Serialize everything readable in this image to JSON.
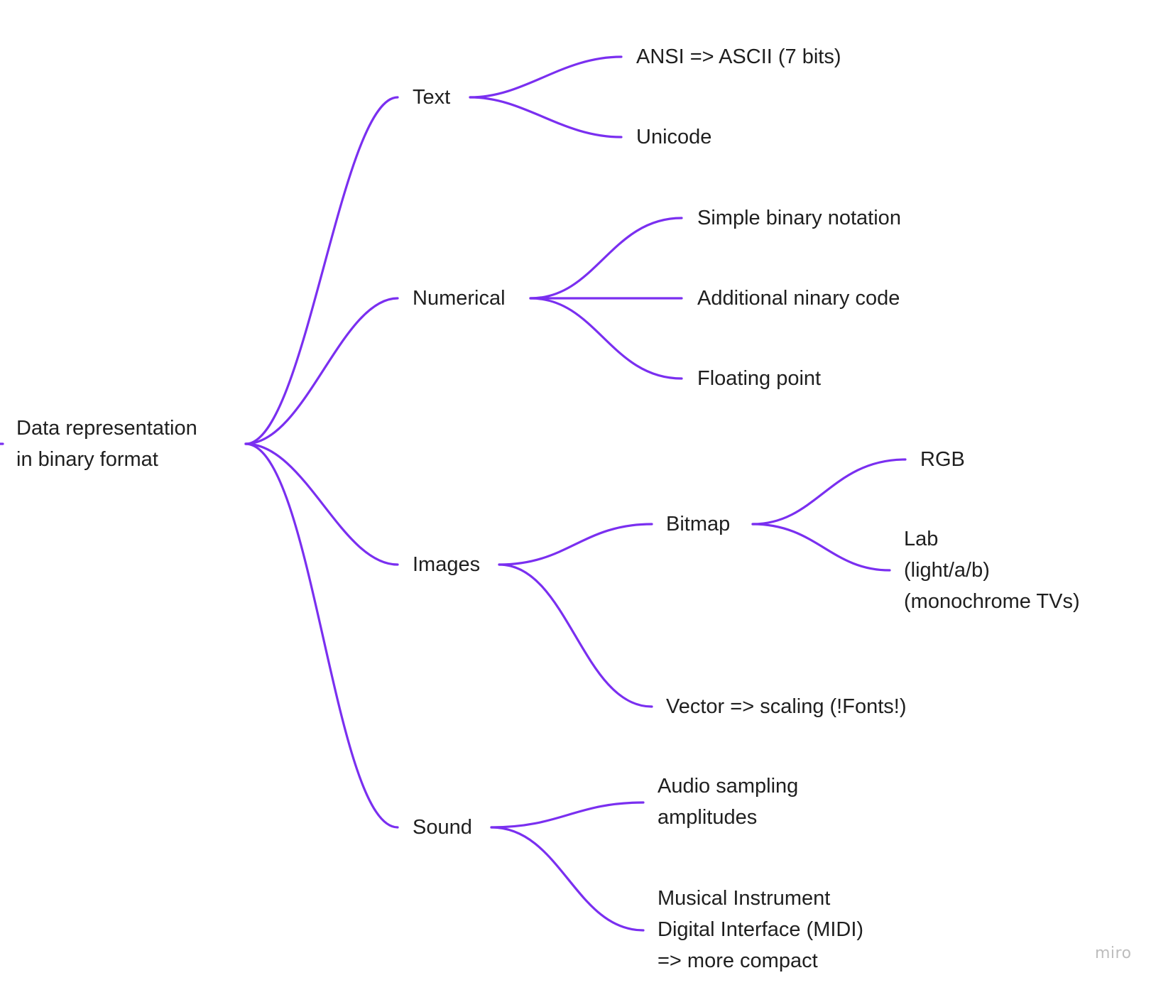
{
  "root": {
    "lines": [
      "Data representation",
      "in binary format"
    ]
  },
  "branches": {
    "text": {
      "label": "Text",
      "children": {
        "ansi": "ANSI => ASCII (7 bits)",
        "unicode": "Unicode"
      }
    },
    "numerical": {
      "label": "Numerical",
      "children": {
        "simple": "Simple binary notation",
        "additional": "Additional ninary code",
        "floating": "Floating point"
      }
    },
    "images": {
      "label": "Images",
      "bitmap": {
        "label": "Bitmap",
        "children": {
          "rgb": "RGB",
          "lab": [
            "Lab",
            "(light/a/b)",
            "(monochrome TVs)"
          ]
        }
      },
      "vector": "Vector => scaling (!Fonts!)"
    },
    "sound": {
      "label": "Sound",
      "children": {
        "audio": [
          "Audio sampling",
          "amplitudes"
        ],
        "midi": [
          "Musical Instrument",
          "Digital Interface (MIDI)",
          "=> more compact"
        ]
      }
    }
  },
  "watermark": "miro",
  "colors": {
    "connector": "#7a2ff0",
    "text": "#1f1f1f",
    "watermark": "#bdbdbd"
  }
}
